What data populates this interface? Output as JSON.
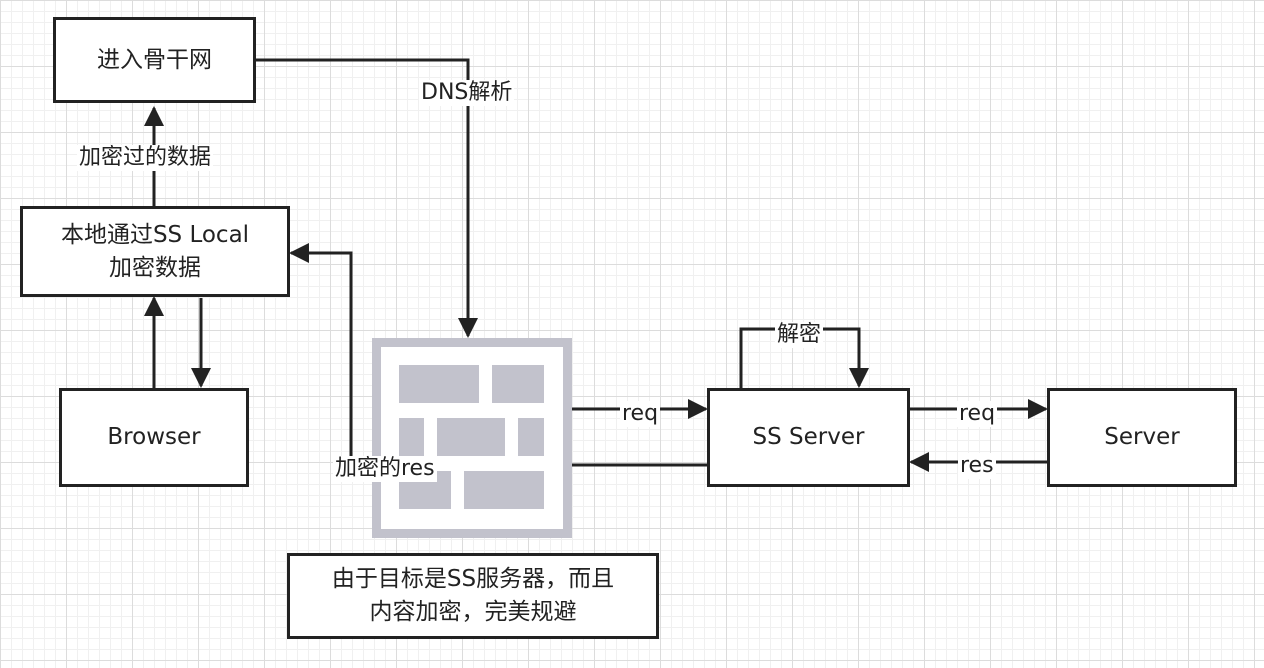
{
  "nodes": {
    "backbone": "进入骨干网",
    "ss_local": "本地通过SS Local\n加密数据",
    "browser": "Browser",
    "ss_server": "SS Server",
    "server": "Server",
    "note": "由于目标是SS服务器，而且\n内容加密，完美规避"
  },
  "edge_labels": {
    "encrypted_data": "加密过的数据",
    "dns": "DNS解析",
    "decrypt": "解密",
    "req_to_ss_server": "req",
    "req_to_server": "req",
    "res_from_server": "res",
    "encrypted_res": "加密的res"
  },
  "colors": {
    "stroke": "#222222",
    "firewall": "#c2c2cc",
    "grid": "#dcdcdc"
  },
  "icons": {
    "firewall": "firewall-icon"
  }
}
